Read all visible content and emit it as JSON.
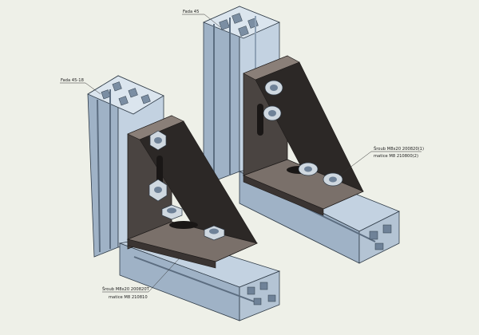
{
  "canvas": {
    "background": "#eef0e8"
  },
  "colors": {
    "profile_light": "#c3d2e1",
    "profile_mid": "#9fb2c6",
    "profile_dark": "#6f8298",
    "profile_edge": "#2f3b47",
    "bracket_top": "#7a706a",
    "bracket_side": "#4a4441",
    "bracket_dark": "#2c2826",
    "fastener": "#cfd8e0"
  },
  "labels": {
    "profile_left": "Fada 45-18",
    "profile_right": "Fada 45",
    "screw_right_line1": "Šroub M8x20 200820(1)",
    "screw_right_line2": "matice M8 210800(2)",
    "screw_left_line1": "Šroub M8x20 200820T",
    "screw_left_line2": "matice M8 210810"
  }
}
